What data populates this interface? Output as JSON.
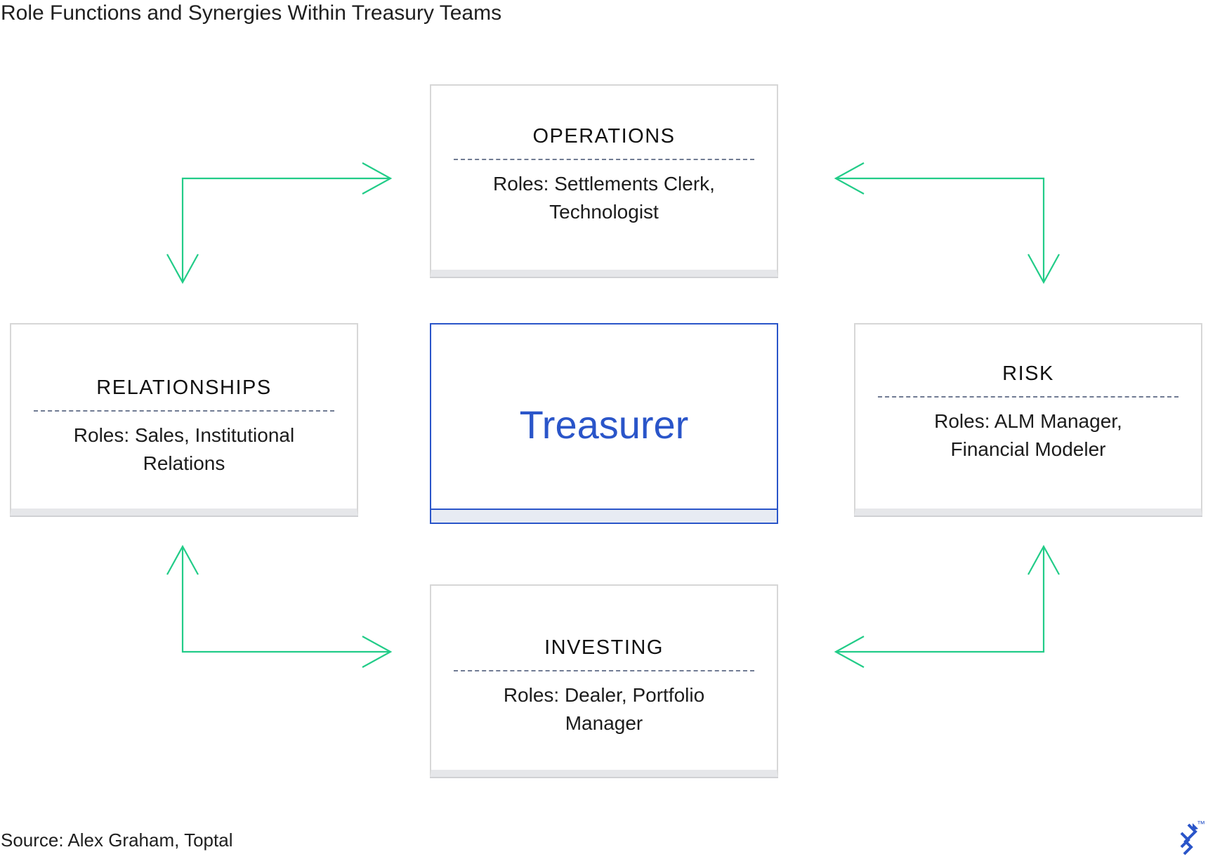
{
  "title": "Role Functions and Synergies Within Treasury Teams",
  "center": {
    "label": "Treasurer"
  },
  "boxes": {
    "operations": {
      "heading": "OPERATIONS",
      "roles_line1": "Roles: Settlements Clerk,",
      "roles_line2": "Technologist"
    },
    "relationships": {
      "heading": "RELATIONSHIPS",
      "roles_line1": "Roles: Sales, Institutional",
      "roles_line2": "Relations"
    },
    "risk": {
      "heading": "RISK",
      "roles_line1": "Roles: ALM Manager,",
      "roles_line2": "Financial Modeler"
    },
    "investing": {
      "heading": "INVESTING",
      "roles_line1": "Roles: Dealer, Portfolio",
      "roles_line2": "Manager"
    }
  },
  "source": "Source: Alex Graham, Toptal",
  "logo": {
    "icon": "toptal-logo-icon",
    "mark": "™"
  },
  "colors": {
    "arrow": "#22cc88",
    "center_accent": "#2a55c9",
    "divider": "#707b93",
    "box_border": "#d7d7d7"
  }
}
